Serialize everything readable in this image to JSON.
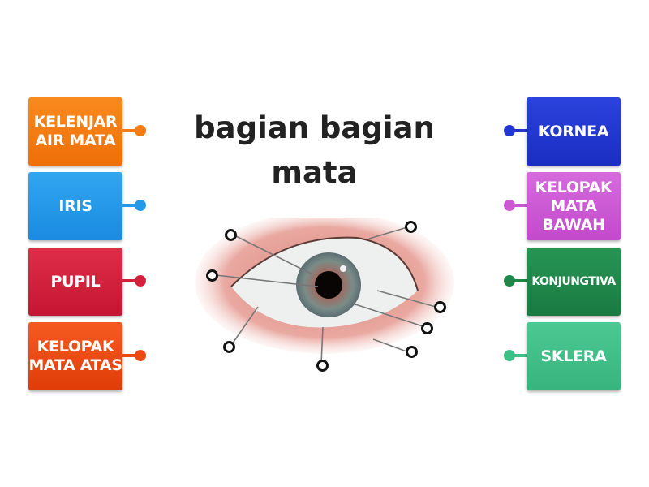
{
  "title": "bagian bagian mata",
  "left_labels": [
    {
      "text": "KELENJAR AIR MATA",
      "color": "#f57c12"
    },
    {
      "text": "IRIS",
      "color": "#2399e8"
    },
    {
      "text": "PUPIL",
      "color": "#d4203d"
    },
    {
      "text": "KELOPAK MATA ATAS",
      "color": "#ec4a13"
    }
  ],
  "right_labels": [
    {
      "text": "KORNEA",
      "color": "#2236d0"
    },
    {
      "text": "KELOPAK MATA BAWAH",
      "color": "#cc58d4"
    },
    {
      "text": "KONJUNGTIVA",
      "color": "#1e874a"
    },
    {
      "text": "SKLERA",
      "color": "#3fbf88"
    }
  ],
  "image": {
    "description": "human eye diagram with 8 label markers"
  }
}
